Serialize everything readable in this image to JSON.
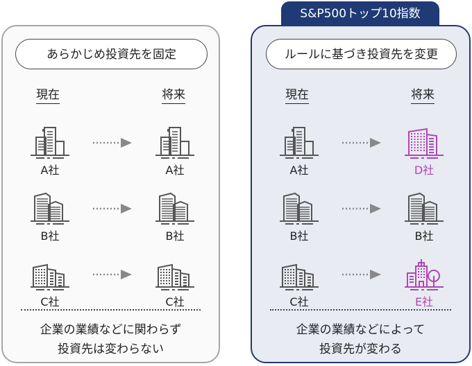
{
  "tab_label": "S&P500トップ10指数",
  "colors": {
    "navy": "#1f3a74",
    "purple": "#b145b5",
    "gray_icon": "#555555",
    "arrow": "#888888"
  },
  "left": {
    "pill": "あらかじめ投資先を固定",
    "now_label": "現在",
    "future_label": "将来",
    "rows": [
      {
        "from": "A社",
        "to": "A社",
        "from_icon": "office-buildings-icon",
        "to_icon": "office-buildings-icon"
      },
      {
        "from": "B社",
        "to": "B社",
        "from_icon": "skyscrapers-icon",
        "to_icon": "skyscrapers-icon"
      },
      {
        "from": "C社",
        "to": "C社",
        "from_icon": "low-rise-buildings-icon",
        "to_icon": "low-rise-buildings-icon"
      }
    ],
    "footer_line1": "企業の業績などに関わらず",
    "footer_line2": "投資先は変わらない"
  },
  "right": {
    "pill": "ルールに基づき投資先を変更",
    "now_label": "現在",
    "future_label": "将来",
    "rows": [
      {
        "from": "A社",
        "to": "D社",
        "from_icon": "office-buildings-icon",
        "to_icon": "apartment-buildings-icon",
        "changed": true
      },
      {
        "from": "B社",
        "to": "B社",
        "from_icon": "skyscrapers-icon",
        "to_icon": "skyscrapers-icon",
        "changed": false
      },
      {
        "from": "C社",
        "to": "E社",
        "from_icon": "low-rise-buildings-icon",
        "to_icon": "building-with-tree-icon",
        "changed": true
      }
    ],
    "footer_line1": "企業の業績などによって",
    "footer_line2": "投資先が変わる"
  }
}
